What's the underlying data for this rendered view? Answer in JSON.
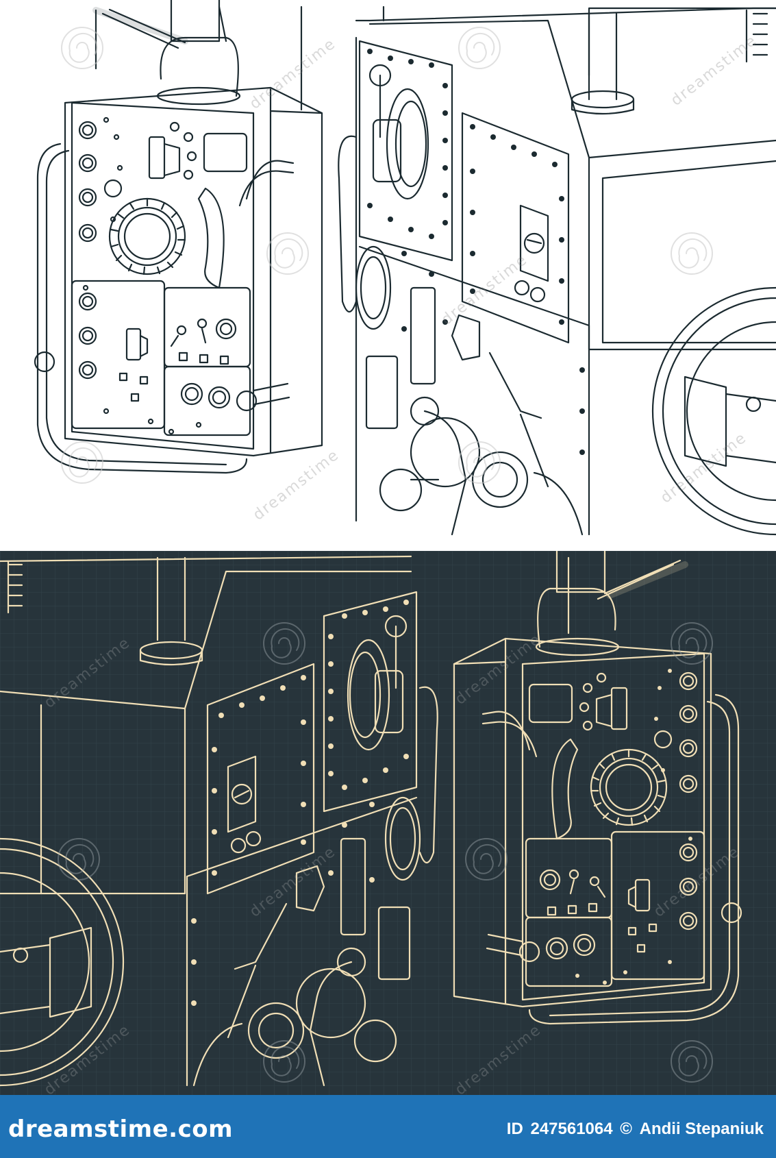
{
  "colors": {
    "light_bg": "#ffffff",
    "light_line": "#1b2a30",
    "dark_bg": "#27343b",
    "dark_grid": "#33434b",
    "dark_line": "#f1dfb6",
    "footer_bg": "#1f73b7",
    "footer_text": "#ffffff"
  },
  "watermark": {
    "text": "dreamstime",
    "icon": "dreamstime-swirl-icon"
  },
  "footer": {
    "brand": "dreamstime.com",
    "id_label": "ID",
    "id_value": "247561064",
    "copyright_icon": "©",
    "author": "Andii Stepaniuk"
  }
}
